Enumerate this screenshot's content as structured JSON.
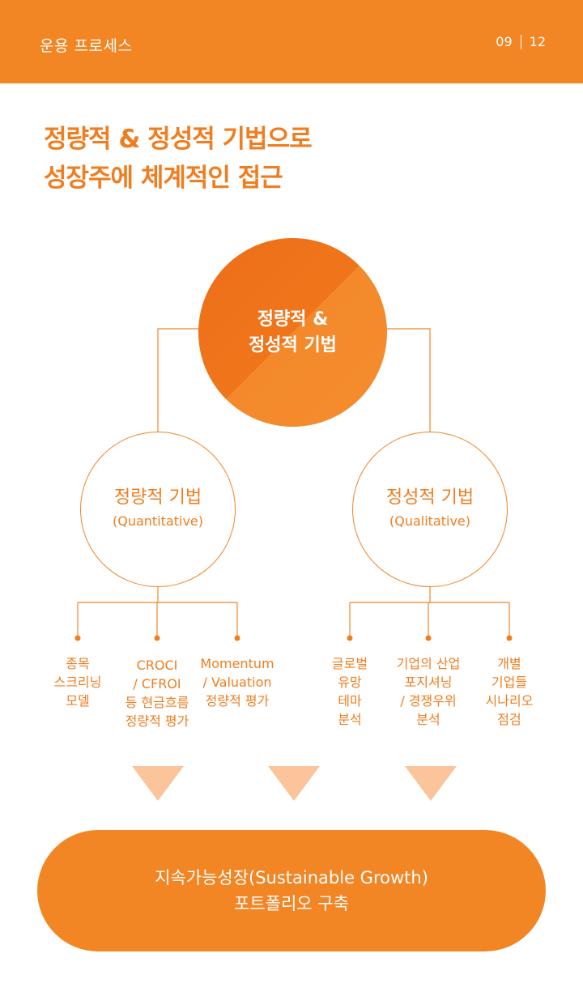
{
  "header": {
    "title": "운용 프로세스",
    "page_current": "09",
    "page_total": "12"
  },
  "title": {
    "line1": "정량적 & 정성적 기법으로",
    "line2": "성장주에 체계적인 접근"
  },
  "diagram": {
    "root": {
      "line1": "정량적 &",
      "line2": "정성적 기법"
    },
    "quantitative": {
      "title": "정량적 기법",
      "subtitle": "(Quantitative)",
      "items": [
        {
          "lines": [
            "종목",
            "스크리닝",
            "모델"
          ]
        },
        {
          "lines": [
            "CROCI",
            "/ CFROI",
            "등 현금흐름",
            "정량적 평가"
          ]
        },
        {
          "lines": [
            "Momentum",
            "/ Valuation",
            "정량적 평가"
          ]
        }
      ]
    },
    "qualitative": {
      "title": "정성적 기법",
      "subtitle": "(Qualitative)",
      "items": [
        {
          "lines": [
            "글로벌",
            "유망",
            "테마",
            "분석"
          ]
        },
        {
          "lines": [
            "기업의 산업",
            "포지셔닝",
            "/ 경쟁우위",
            "분석"
          ]
        },
        {
          "lines": [
            "개별",
            "기업들",
            "시나리오",
            "점검"
          ]
        }
      ]
    },
    "result": {
      "line1": "지속가능성장(Sustainable Growth)",
      "line2": "포트폴리오 구축"
    }
  },
  "colors": {
    "accent": "#f28524",
    "text": "#f07d1f",
    "circle_dark": "#ee6f18",
    "circle_light": "#f48c2e",
    "arrow": "#fbc49a"
  }
}
